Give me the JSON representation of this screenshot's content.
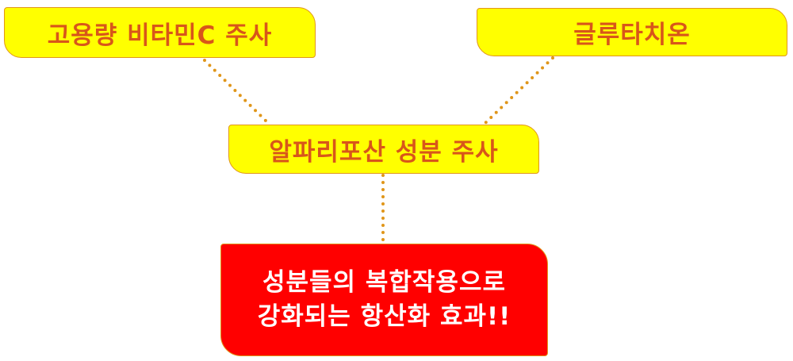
{
  "diagram": {
    "nodes": {
      "vitamin_c": {
        "label": "고용량 비타민C 주사"
      },
      "glutathione": {
        "label": "글루타치온"
      },
      "alpha_lipoic": {
        "label": "알파리포산 성분 주사"
      },
      "result": {
        "line1": "성분들의 복합작용으로",
        "line2": "강화되는 항산화 효과!!"
      }
    },
    "edges": [
      {
        "from": "vitamin_c",
        "to": "alpha_lipoic"
      },
      {
        "from": "glutathione",
        "to": "alpha_lipoic"
      },
      {
        "from": "alpha_lipoic",
        "to": "result"
      }
    ],
    "colors": {
      "box_yellow": "#ffff00",
      "box_red": "#ff0000",
      "text_orange": "#d8561a",
      "text_white": "#ffffff",
      "connector": "#e0961a"
    }
  }
}
